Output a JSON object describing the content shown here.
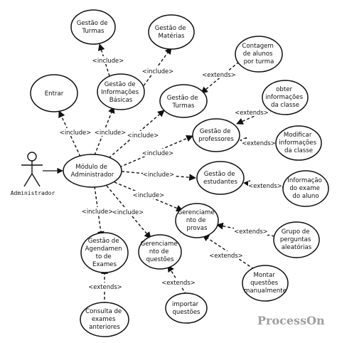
{
  "actor": {
    "label": "Administrador"
  },
  "use_cases": {
    "entrar": [
      "Entrar"
    ],
    "modulo": [
      "Módulo de",
      "Administrador"
    ],
    "gestao_turmas_top": [
      "Gestão de",
      "Turmas"
    ],
    "gestao_materias": [
      "Gestão de",
      "Matérias"
    ],
    "gestao_info_basicas": [
      "Gestão de",
      "Informações",
      "Básicas"
    ],
    "contagem_alunos": [
      "Contagem",
      "de alunos",
      "por turma"
    ],
    "gestao_turmas_mid": [
      "Gestão de",
      "Turmas"
    ],
    "obter_info_classe": [
      "obter",
      "informações",
      "da classe"
    ],
    "gestao_professores": [
      "Gestão de",
      "professores"
    ],
    "modificar_info_classe": [
      "Modificar",
      "informações",
      "da classe"
    ],
    "gestao_estudantes": [
      "Gestão de",
      "estudantes"
    ],
    "info_exame_aluno": [
      "Informação",
      "do exame",
      "do aluno"
    ],
    "gerenciamento_provas": [
      "Gerenciame",
      "nto de",
      "provas"
    ],
    "grupo_perguntas": [
      "Grupo de",
      "perguntas",
      "aleatórias"
    ],
    "montar_questoes": [
      "Montar",
      "questões",
      "manualmente"
    ],
    "gestao_agendamento": [
      "Gestão de",
      "Agendamen",
      "to de",
      "Exames"
    ],
    "gerenciamento_questoes": [
      "Gerenciame",
      "nto de",
      "questões"
    ],
    "consulta_exames": [
      "Consulta de",
      "exames",
      "anteriores"
    ],
    "importar_questoes": [
      "importar",
      "questões"
    ]
  },
  "relations": {
    "include": "<include>",
    "extends": "<extends>"
  },
  "watermark": "ProcessOn"
}
